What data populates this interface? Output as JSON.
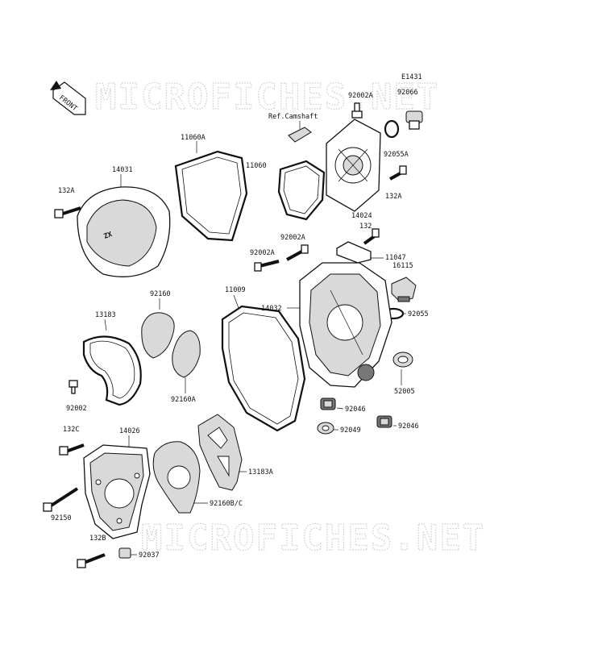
{
  "diagram": {
    "code": "E1431",
    "front_tag": "FRONT",
    "ref_note": "Ref.Camshaft",
    "watermark": "MICROFICHES.NET",
    "parts": {
      "p92002A_top": "92002A",
      "p92066": "92066",
      "p92055A": "92055A",
      "p11060A": "11060A",
      "p11060": "11060",
      "p14031": "14031",
      "p132A_left": "132A",
      "p132A_right": "132A",
      "p14024": "14024",
      "p132": "132",
      "p92002A_mid": "92002A",
      "p11047": "11047",
      "p92002A_low": "92002A",
      "p16115": "16115",
      "p92160": "92160",
      "p11009": "11009",
      "p14032": "14032",
      "p92055": "92055",
      "p13183": "13183",
      "p52005": "52005",
      "p92002": "92002",
      "p92160A": "92160A",
      "p92046_a": "92046",
      "p92049": "92049",
      "p92046_b": "92046",
      "p132C": "132C",
      "p14026": "14026",
      "p13183A": "13183A",
      "p92150": "92150",
      "p92160BC": "92160B/C",
      "p132B": "132B",
      "p92037": "92037"
    }
  }
}
